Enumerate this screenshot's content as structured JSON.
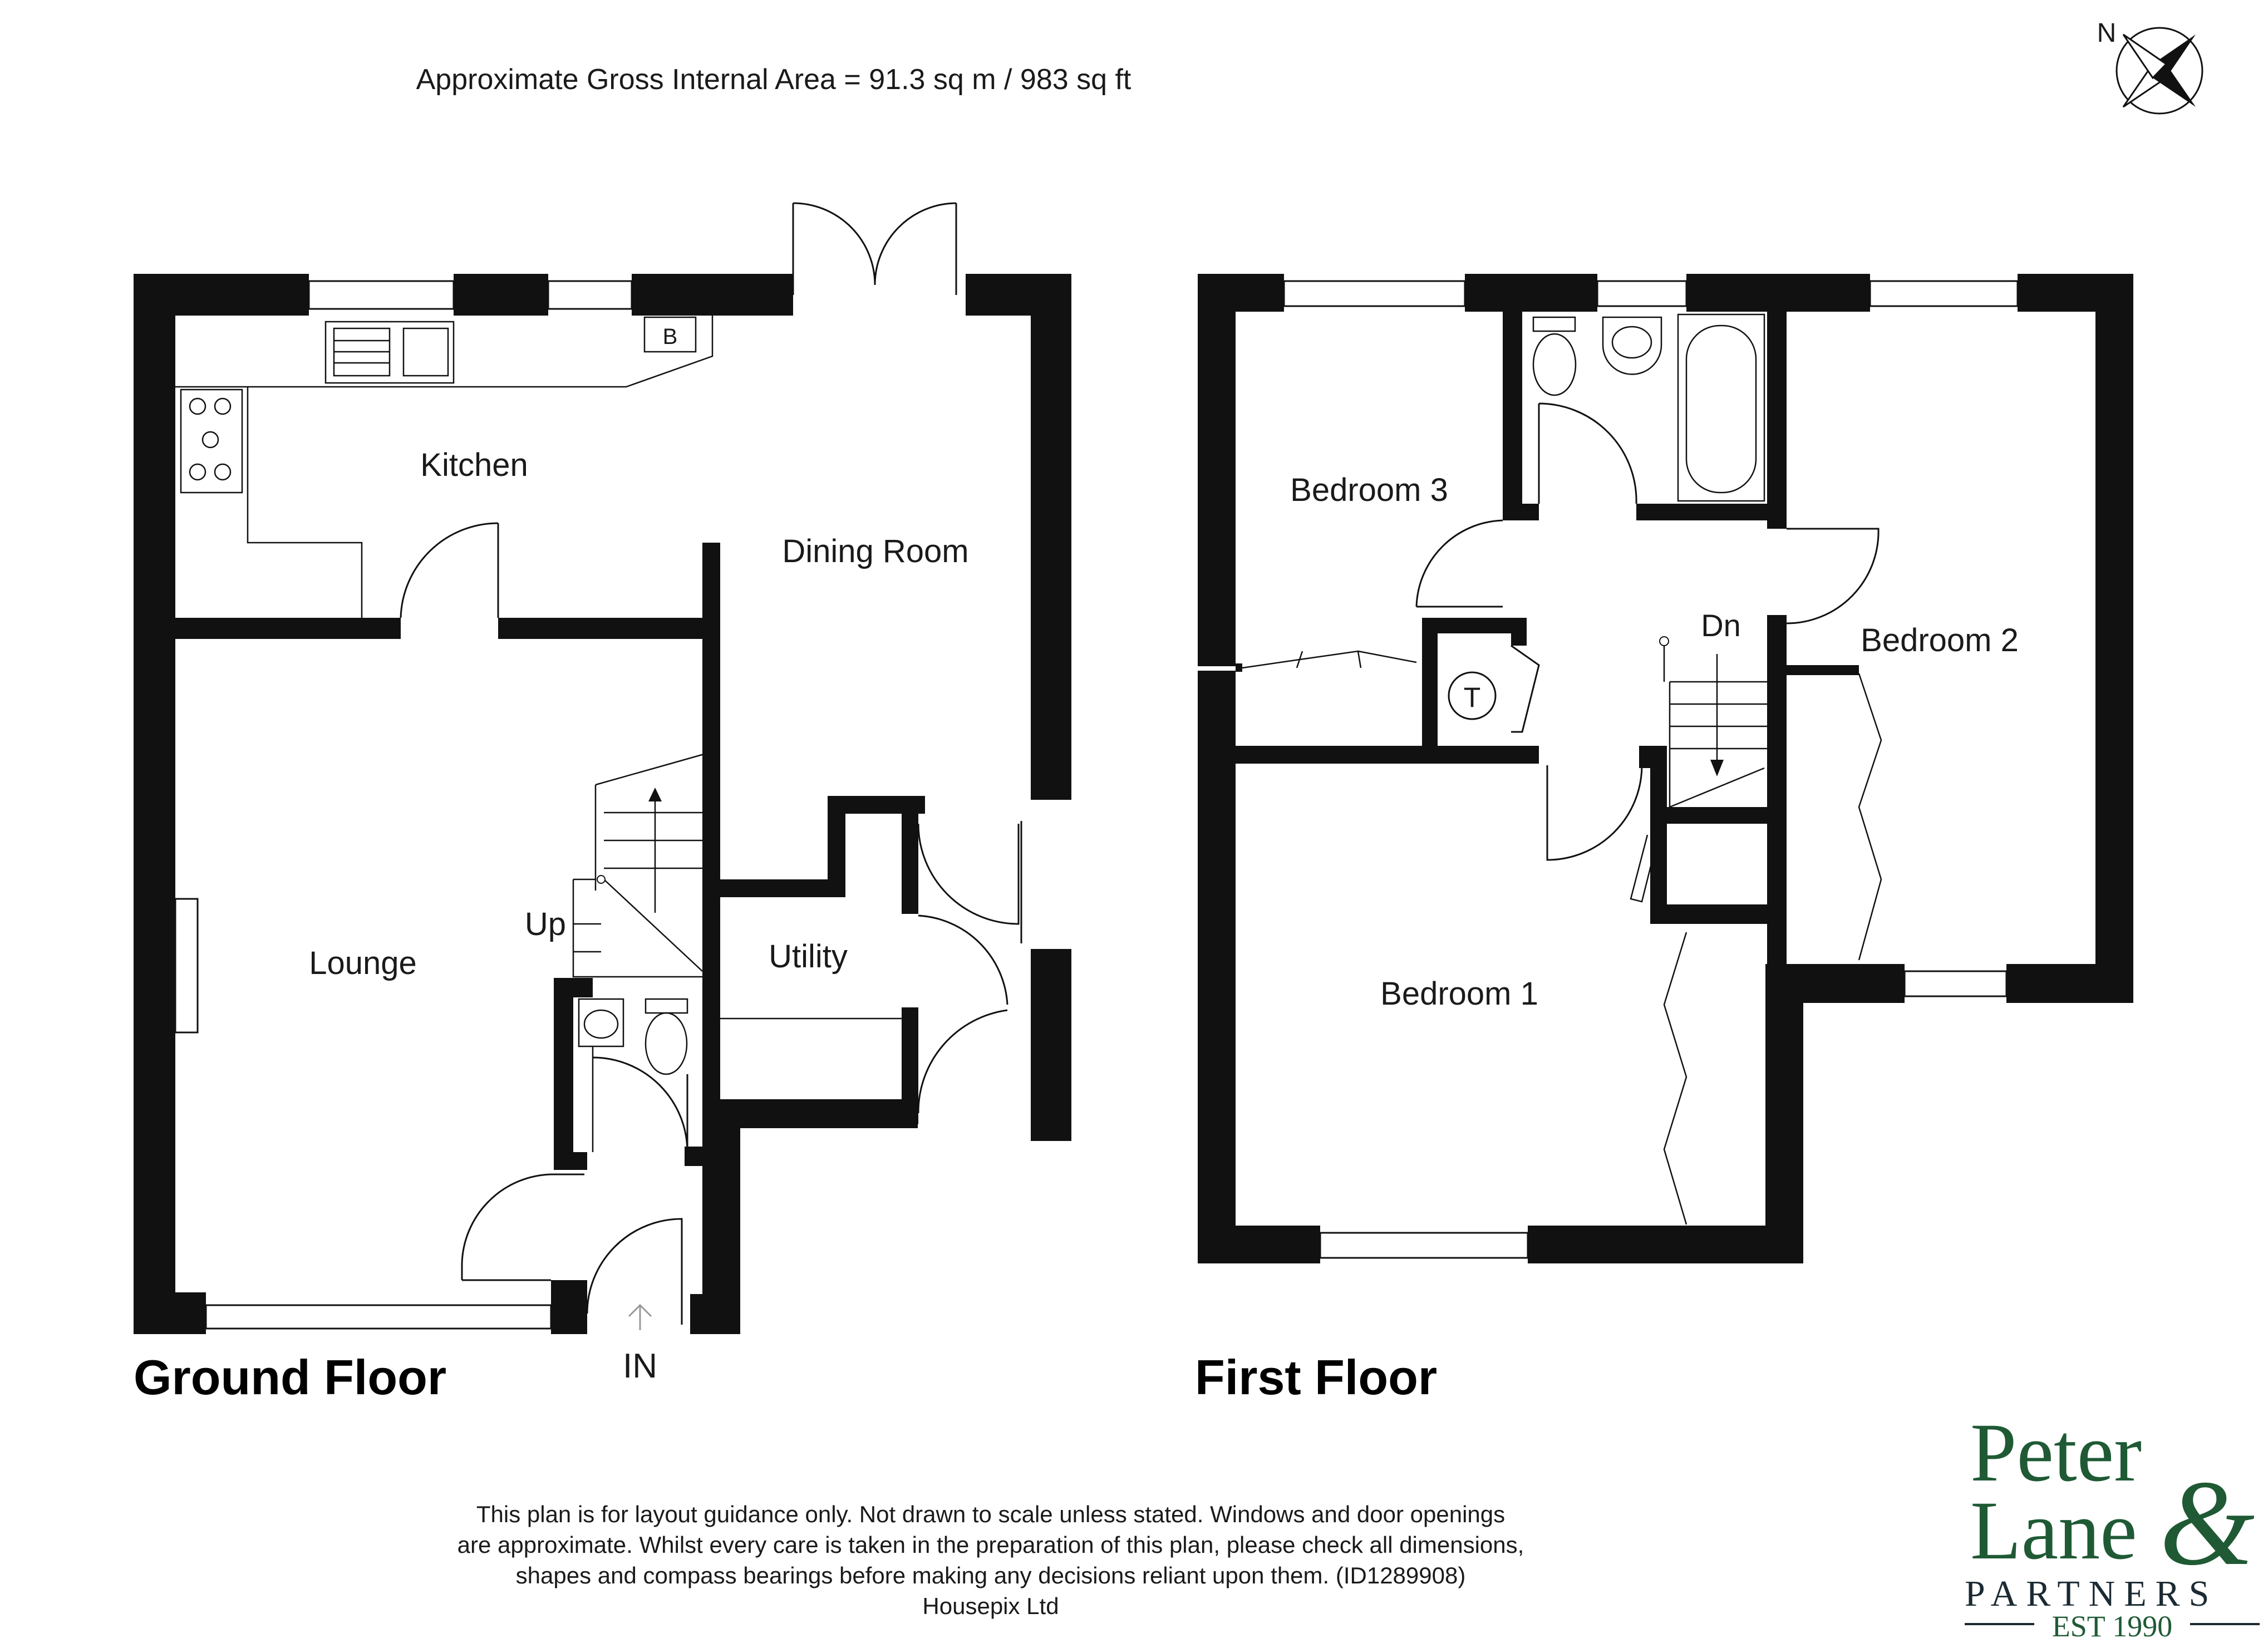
{
  "header": {
    "area_text": "Approximate Gross Internal Area = 91.3 sq m / 983 sq ft"
  },
  "compass": {
    "north_label": "N"
  },
  "ground_floor": {
    "title": "Ground Floor",
    "rooms": {
      "kitchen": "Kitchen",
      "dining_room": "Dining Room",
      "lounge": "Lounge",
      "utility": "Utility"
    },
    "labels": {
      "stairs_up": "Up",
      "entrance": "IN",
      "boiler": "B"
    }
  },
  "first_floor": {
    "title": "First Floor",
    "rooms": {
      "bedroom_1": "Bedroom 1",
      "bedroom_2": "Bedroom 2",
      "bedroom_3": "Bedroom 3"
    },
    "labels": {
      "stairs_down": "Dn",
      "tank": "T"
    }
  },
  "disclaimer": {
    "line1": "This plan is for layout guidance only. Not drawn to scale unless stated. Windows and door openings",
    "line2": "are approximate. Whilst every care is taken in the preparation of this plan, please check all dimensions,",
    "line3": "shapes and compass bearings before making any decisions reliant upon them. (ID1289908)",
    "line4": "Housepix Ltd"
  },
  "logo": {
    "line1": "Peter",
    "line2": "Lane",
    "ampersand": "&",
    "line3": "PARTNERS",
    "line4": "EST 1990"
  },
  "colors": {
    "wall": "#111111",
    "logo_green": "#1f5a35",
    "logo_dark": "#1b2a33"
  }
}
